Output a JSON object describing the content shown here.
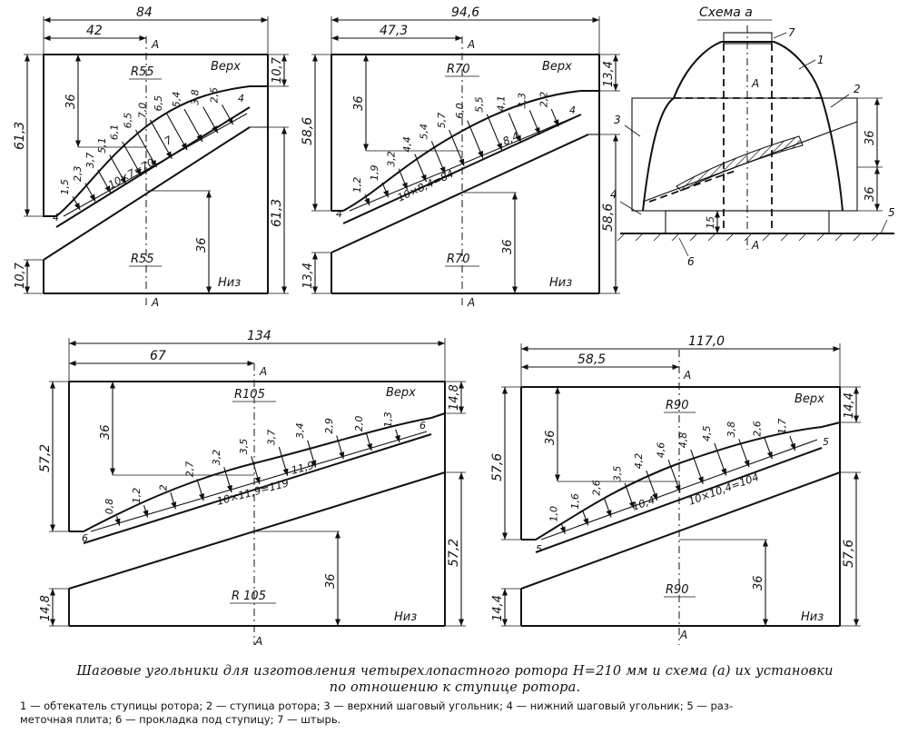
{
  "figure": {
    "panel_1": {
      "width": "84",
      "half": "42",
      "section": "A",
      "r_top": "R55",
      "r_bot": "R55",
      "top_label": "Верх",
      "bot_label": "Низ",
      "h_left": "61,3",
      "h_right": "61,3",
      "h_top_right": "10,7",
      "h_bot_left": "10,7",
      "d36a": "36",
      "d36b": "36",
      "step_label": "10×7=70",
      "step": "7",
      "edge_l": "4",
      "edge_r": "4",
      "ords": [
        "1,5",
        "2,3",
        "3,7",
        "5,1",
        "6,1",
        "6,5",
        "7,0",
        "6,5",
        "5,4",
        "3,8",
        "2,5"
      ]
    },
    "panel_2": {
      "width": "94,6",
      "half": "47,3",
      "section": "A",
      "r_top": "R70",
      "r_bot": "R70",
      "top_label": "Верх",
      "bot_label": "Низ",
      "h_left": "58,6",
      "h_right": "58,6",
      "h_top_right": "13,4",
      "h_bot_left": "13,4",
      "d36a": "36",
      "d36b": "36",
      "step_label": "10×8,4=84",
      "step": "8,4",
      "edge_l": "4",
      "edge_r": "4",
      "ords": [
        "1,2",
        "1,9",
        "3,2",
        "4,4",
        "5,4",
        "5,7",
        "6,0",
        "5,5",
        "4,1",
        "3,3",
        "2,2"
      ]
    },
    "scheme": {
      "title": "Схема а",
      "section": "A",
      "n1": "1",
      "n2": "2",
      "n3": "3",
      "n4": "4",
      "n5": "5",
      "n6": "6",
      "n7": "7",
      "d36a": "36",
      "d36b": "36",
      "d15": "15"
    },
    "panel_3": {
      "width": "134",
      "half": "67",
      "section": "A",
      "r_top": "R105",
      "r_bot": "R 105",
      "top_label": "Верх",
      "bot_label": "Низ",
      "h_left": "57,2",
      "h_right": "57,2",
      "h_top_right": "14,8",
      "h_bot_left": "14,8",
      "d36a": "36",
      "d36b": "36",
      "step_label": "10×11,9=119",
      "step": "11,9",
      "edge_l": "6",
      "edge_r": "6",
      "ords": [
        "0,8",
        "1,2",
        "2",
        "2,7",
        "3,2",
        "3,5",
        "3,7",
        "3,4",
        "2,9",
        "2,0",
        "1,3"
      ]
    },
    "panel_4": {
      "width": "117,0",
      "half": "58,5",
      "section": "A",
      "r_top": "R90",
      "r_bot": "R90",
      "top_label": "Верх",
      "bot_label": "Низ",
      "h_left": "57,6",
      "h_right": "57,6",
      "h_top_right": "14,4",
      "h_bot_left": "14,4",
      "d36a": "36",
      "d36b": "36",
      "step_label": "10×10,4=104",
      "step": "10,4",
      "edge_l": "5",
      "edge_r": "5",
      "ords": [
        "1,0",
        "1,6",
        "2,6",
        "3,5",
        "4,2",
        "4,6",
        "4,8",
        "4,5",
        "3,8",
        "2,6",
        "1,7"
      ]
    }
  },
  "caption": {
    "line1": "Шаговые угольники для изготовления четырехлопастного ротора H=210 мм и схема (а) их установки",
    "line2": "по отношению к ступице ротора."
  },
  "legend": {
    "line1": "1 — обтекатель ступицы ротора; 2 — ступица ротора; 3 — верхний шаговый угольник; 4 — нижний шаговый угольник; 5 — раз-",
    "line2": "меточная плита; 6 — прокладка под ступицу; 7 — штырь."
  }
}
